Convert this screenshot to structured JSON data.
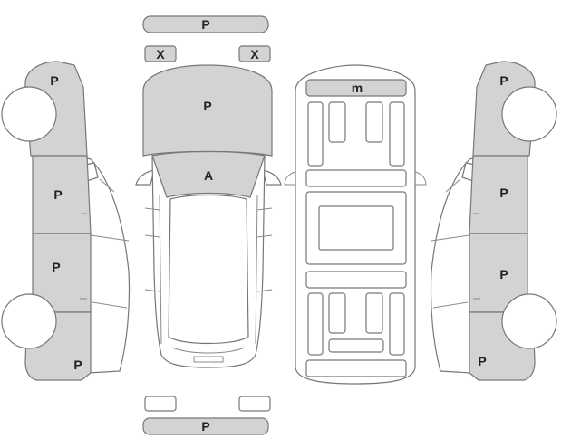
{
  "labels": {
    "front_bumper": "P",
    "headlight_left": "X",
    "headlight_right": "X",
    "hood": "P",
    "windshield": "A",
    "rear_bumper": "P",
    "left_front_fender": "P",
    "left_front_door": "P",
    "left_rear_door": "P",
    "left_rear_quarter": "P",
    "right_front_fender": "P",
    "right_front_door": "P",
    "right_rear_door": "P",
    "right_rear_quarter": "P",
    "underbody_front": "m"
  },
  "colors": {
    "marked_fill": "#d3d3d3",
    "outline": "#777777",
    "background": "#ffffff",
    "text": "#222222"
  }
}
